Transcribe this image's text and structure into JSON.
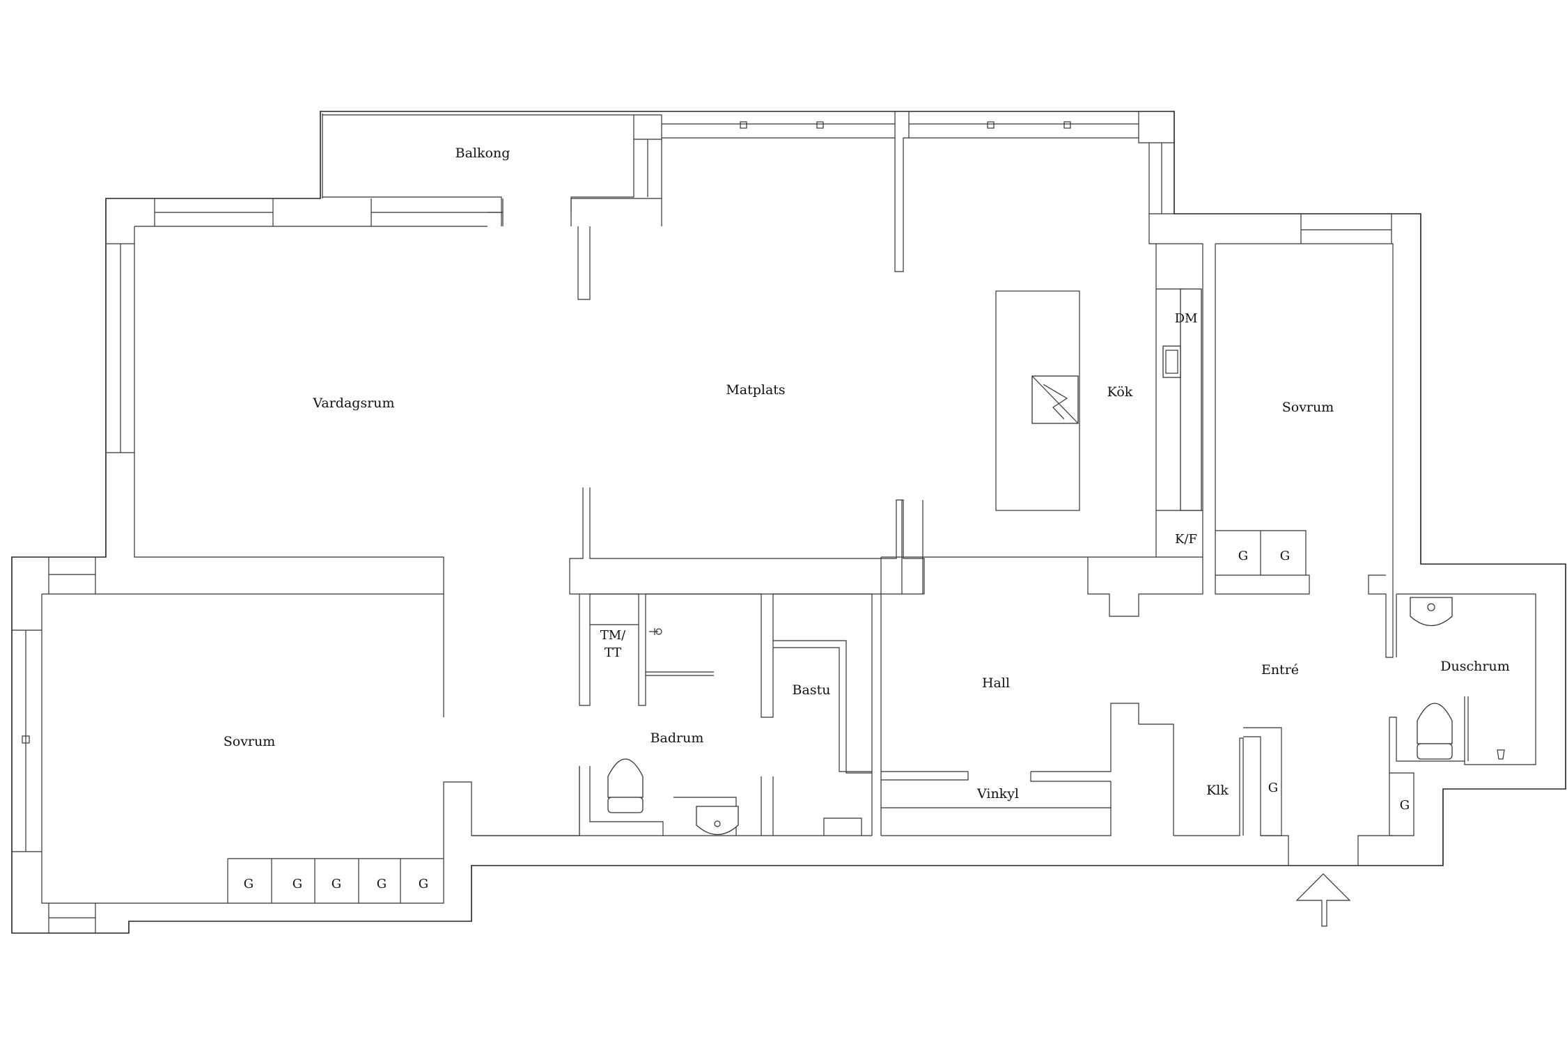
{
  "rooms": {
    "balkong": "Balkong",
    "vardagsrum": "Vardagsrum",
    "matplats": "Matplats",
    "kok": "Kök",
    "sovrum_right": "Sovrum",
    "sovrum_left": "Sovrum",
    "badrum": "Badrum",
    "bastu": "Bastu",
    "hall": "Hall",
    "entre": "Entré",
    "duschrum": "Duschrum",
    "klk": "Klk",
    "vinkyl": "Vinkyl"
  },
  "labels": {
    "dm": "DM",
    "kf": "K/F",
    "tmtt_line1": "TM/",
    "tmtt_line2": "TT",
    "garderob": "G"
  },
  "colors": {
    "wall": "#222222",
    "background": "#ffffff"
  },
  "icons": [
    "entrance-arrow-icon",
    "stove-icon",
    "sink-icon",
    "toilet-icon",
    "washbasin-icon",
    "shower-icon",
    "faucet-icon"
  ]
}
